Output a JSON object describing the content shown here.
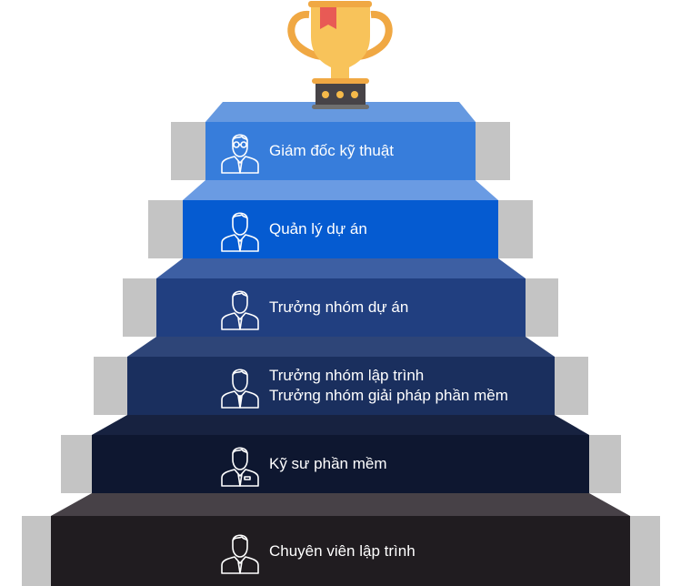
{
  "trophy": {
    "icon": "trophy-icon",
    "colors": {
      "cup": "#f8c35a",
      "handle": "#f0a843",
      "ribbon": "#e85a55",
      "base": "#474347",
      "dots": "#f5b94a"
    }
  },
  "steps": [
    {
      "label": "Giám đốc kỹ thuật",
      "icon": "person-glasses-icon",
      "front": "#377ddb",
      "top": "#6699e0"
    },
    {
      "label": "Quản lý dự án",
      "icon": "person-icon",
      "front": "#055bd1",
      "top": "#6a9be3"
    },
    {
      "label": "Trưởng nhóm dự án",
      "icon": "person-icon",
      "front": "#213f80",
      "top": "#3d5fa3"
    },
    {
      "lines": [
        "Trưởng nhóm lập trình",
        "Trưởng nhóm giải pháp phần mềm"
      ],
      "icon": "person-tie-icon",
      "front": "#1a2f5e",
      "top": "#2e4578"
    },
    {
      "label": "Kỹ sư phần mềm",
      "icon": "person-badge-icon",
      "front": "#0e1730",
      "top": "#172240"
    },
    {
      "label": "Chuyên viên lập trình",
      "icon": "person-icon",
      "front": "#201c20",
      "top": "#474147"
    }
  ],
  "side_color": "#c4c4c4"
}
